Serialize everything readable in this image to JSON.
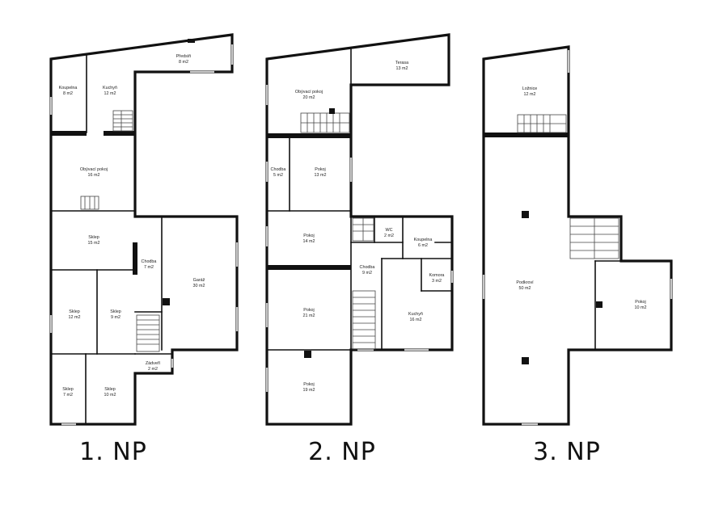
{
  "floors": [
    {
      "label": "1. NP",
      "rooms": [
        {
          "name": "Předsíň",
          "area": "8 m2"
        },
        {
          "name": "Koupelna",
          "area": "8 m2"
        },
        {
          "name": "Kuchyň",
          "area": "12 m2"
        },
        {
          "name": "Obývací pokoj",
          "area": "16 m2"
        },
        {
          "name": "Sklep",
          "area": "15 m2"
        },
        {
          "name": "Chodba",
          "area": "7 m2"
        },
        {
          "name": "Garáž",
          "area": "30 m2"
        },
        {
          "name": "Sklep",
          "area": "12 m2"
        },
        {
          "name": "Sklep",
          "area": "9 m2"
        },
        {
          "name": "Zádveří",
          "area": "2 m2"
        },
        {
          "name": "Sklep",
          "area": "7 m2"
        },
        {
          "name": "Sklep",
          "area": "10 m2"
        }
      ]
    },
    {
      "label": "2. NP",
      "rooms": [
        {
          "name": "Terasa",
          "area": "13 m2"
        },
        {
          "name": "Obývací pokoj",
          "area": "20 m2"
        },
        {
          "name": "Chodba",
          "area": "5 m2"
        },
        {
          "name": "Pokoj",
          "area": "13 m2"
        },
        {
          "name": "Pokoj",
          "area": "14 m2"
        },
        {
          "name": "WC",
          "area": "2 m2"
        },
        {
          "name": "Koupelna",
          "area": "6 m2"
        },
        {
          "name": "Chodba",
          "area": "9 m2"
        },
        {
          "name": "Komora",
          "area": "3 m2"
        },
        {
          "name": "Pokoj",
          "area": "21 m2"
        },
        {
          "name": "Kuchyň",
          "area": "16 m2"
        },
        {
          "name": "Pokoj",
          "area": "19 m2"
        }
      ]
    },
    {
      "label": "3. NP",
      "rooms": [
        {
          "name": "Ložnice",
          "area": "12 m2"
        },
        {
          "name": "Podkroví",
          "area": "50 m2"
        },
        {
          "name": "Pokoj",
          "area": "10 m2"
        }
      ]
    }
  ]
}
